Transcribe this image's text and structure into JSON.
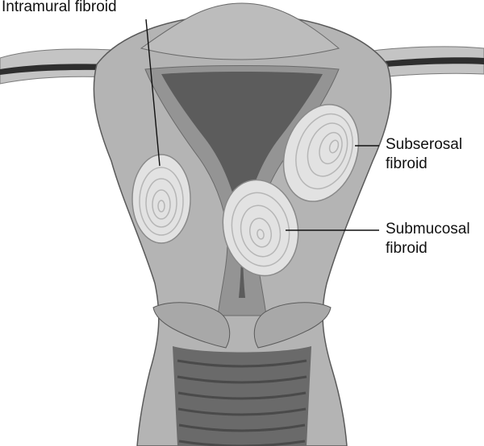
{
  "labels": {
    "intramural": "Intramural fibroid",
    "subserosal_line1": "Subserosal",
    "subserosal_line2": "fibroid",
    "submucosal_line1": "Submucosal",
    "submucosal_line2": "fibroid"
  },
  "colors": {
    "background": "#ffffff",
    "uterine_wall": "#b4b4b4",
    "wall_edge": "#5a5a5a",
    "endometrium": "#949494",
    "cavity": "#5c5c5c",
    "fibroid_fill": "#e2e2e2",
    "fibroid_ring": "#b6b6b6",
    "cervical_canal": "#6a6a6a",
    "leader_line": "#111111"
  }
}
